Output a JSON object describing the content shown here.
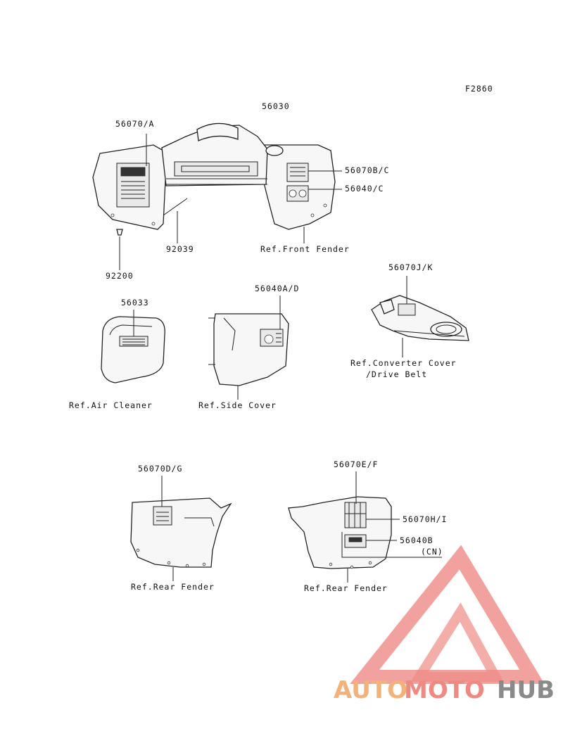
{
  "figure_id": "F2860",
  "labels": {
    "p56030": "56030",
    "p56070A": "56070/A",
    "p56070BC": "56070B/C",
    "p56040C": "56040/C",
    "p92039": "92039",
    "p92200": "92200",
    "ref_front_fender": "Ref.Front Fender",
    "p56070JK": "56070J/K",
    "p56033": "56033",
    "p56040AD": "56040A/D",
    "ref_converter_cover_1": "Ref.Converter Cover",
    "ref_converter_cover_2": "/Drive Belt",
    "ref_air_cleaner": "Ref.Air Cleaner",
    "ref_side_cover": "Ref.Side Cover",
    "p56070DG": "56070D/G",
    "p56070EF": "56070E/F",
    "p56070HI": "56070H/I",
    "p56040B": "56040B",
    "cn": "(CN)",
    "ref_rear_fender_left": "Ref.Rear Fender",
    "ref_rear_fender_right": "Ref.Rear Fender"
  },
  "watermark": {
    "auto": "AUTO",
    "moto": "MOTO",
    "hub": "HUB",
    "colors": {
      "auto": "#f2b27a",
      "moto": "#ef8a83",
      "hub": "#8a8a8a",
      "triangle": "#ee8b86"
    }
  }
}
